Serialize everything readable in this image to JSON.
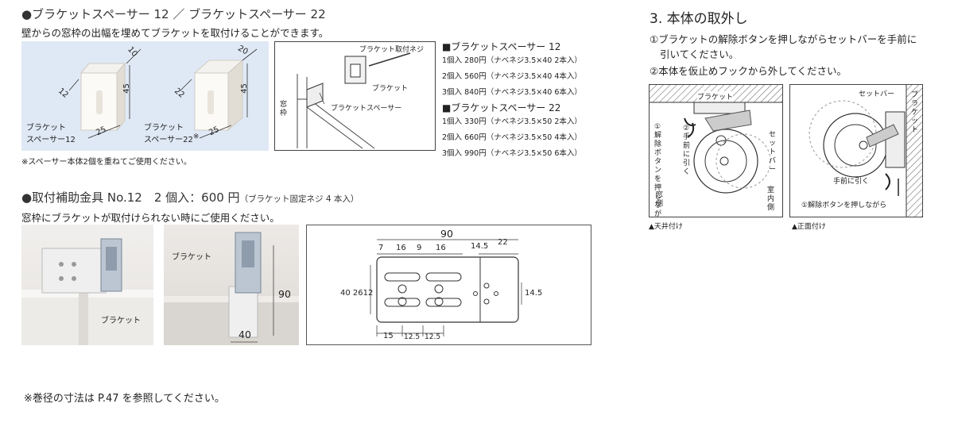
{
  "left": {
    "spacer_heading": "●ブラケットスペーサー 12 ／ ブラケットスペーサー 22",
    "spacer_desc": "壁からの窓枠の出幅を埋めてブラケットを取付けることができます。",
    "spacer12": {
      "label1": "ブラケット",
      "label2": "スペーサー12",
      "d_top": "10",
      "d_left": "12",
      "d_height": "45",
      "d_bottom": "25"
    },
    "spacer22": {
      "label1": "ブラケット",
      "label2": "スペーサー22",
      "mark": "※",
      "d_top": "20",
      "d_left": "22",
      "d_height": "45",
      "d_bottom": "25"
    },
    "diagram": {
      "screw": "ブラケット取付ネジ",
      "bracket": "ブラケット",
      "spacer": "ブラケットスペーサー",
      "frame": "窓枠"
    },
    "prices": {
      "title12": "■ブラケットスペーサー 12",
      "lines12": [
        "1個入 280円（ナベネジ3.5×40 2本入）",
        "2個入 560円（ナベネジ3.5×40 4本入）",
        "3個入 840円（ナベネジ3.5×40 6本入）"
      ],
      "title22": "■ブラケットスペーサー 22",
      "lines22": [
        "1個入 330円（ナベネジ3.5×50 2本入）",
        "2個入 660円（ナベネジ3.5×50 4本入）",
        "3個入 990円（ナベネジ3.5×50 6本入）"
      ]
    },
    "spacer_note": "※スペーサー本体2個を重ねてご使用ください。",
    "aux_heading_main": "●取付補助金具 No.12　2 個入：600 円",
    "aux_heading_sub": "（ブラケット固定ネジ 4 本入）",
    "aux_desc": "窓枠にブラケットが取付けられない時にご使用ください。",
    "photo1_label": "ブラケット",
    "photo2_label": "ブラケット",
    "photo2_d90": "90",
    "photo2_d40": "40",
    "drawing": {
      "top": "90",
      "t7": "7",
      "t16a": "16",
      "t9": "9",
      "t16b": "16",
      "t145": "14.5",
      "t22": "22",
      "left": "40 2612",
      "right": "14.5",
      "b15": "15",
      "b125a": "12.5",
      "b125b": "12.5"
    }
  },
  "right": {
    "heading": "3. 本体の取外し",
    "step1_a": "①ブラケットの解除ボタンを押しながらセットバーを手前に",
    "step1_b": "引いてください。",
    "step2": "②本体を仮止めフックから外してください。",
    "fig1": {
      "bracket": "ブラケット",
      "press": "①解除ボタンを押しながら",
      "pull": "②手前に引く",
      "setbar": "セットバー",
      "window_side": "窓側",
      "room_side": "室内側",
      "caption": "▲天井付け"
    },
    "fig2": {
      "setbar": "セットバー",
      "bracket": "ブラケット",
      "pull": "手前に引く",
      "press": "①解除ボタンを押しながら",
      "caption": "▲正面付け"
    }
  },
  "footer": "※巻径の寸法は P.47 を参照してください。"
}
